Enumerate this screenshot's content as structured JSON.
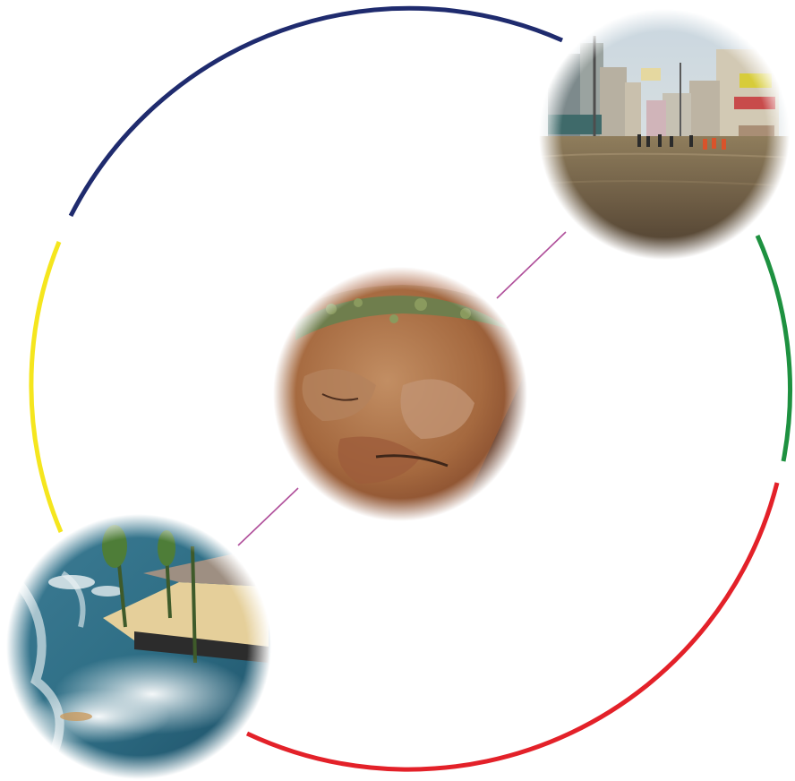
{
  "diagram": {
    "ring_segments": [
      {
        "id": "navy-arc",
        "color": "#1f2b6e"
      },
      {
        "id": "green-arc",
        "color": "#1e9140"
      },
      {
        "id": "red-arc",
        "color": "#e32129"
      },
      {
        "id": "yellow-arc",
        "color": "#f5e61e"
      }
    ],
    "connector_color": "#b0509b",
    "photos": [
      {
        "id": "photo-flooded-street",
        "subject": "flooded-street-photo"
      },
      {
        "id": "photo-landslide-soil",
        "subject": "landslide-soil-photo"
      },
      {
        "id": "photo-tsunami-wave",
        "subject": "tsunami-wave-photo"
      }
    ]
  }
}
